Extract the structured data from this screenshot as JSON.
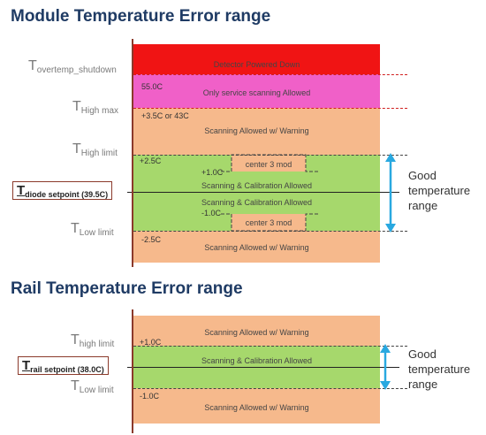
{
  "module": {
    "title": "Module Temperature Error range",
    "labels": {
      "overtemp": {
        "T": "T",
        "sub": "overtemp_shutdown"
      },
      "high_max": {
        "T": "T",
        "sub": "High max"
      },
      "high_limit": {
        "T": "T",
        "sub": "High limit"
      },
      "setpoint": {
        "T": "T",
        "sub": "diode setpoint (39.5C)"
      },
      "low_limit": {
        "T": "T",
        "sub": "Low limit"
      }
    },
    "zones": {
      "powered_down": "Detector Powered Down",
      "service": "Only service scanning Allowed",
      "warning_top": "Scanning Allowed w/ Warning",
      "center_top": "center 3 mod",
      "calib_upper": "Scanning & Calibration Allowed",
      "calib_lower": "Scanning & Calibration Allowed",
      "center_bottom": "center 3 mod",
      "warning_bottom": "Scanning Allowed w/ Warning"
    },
    "values": {
      "v55": "55.0C",
      "v35": "+3.5C or 43C",
      "v25": "+2.5C",
      "v10": "+1.0C",
      "vm10": "-1.0C",
      "vm25": "-2.5C"
    },
    "good": [
      "Good",
      "temperature",
      "range"
    ]
  },
  "rail": {
    "title": "Rail Temperature Error range",
    "labels": {
      "high_limit": {
        "T": "T",
        "sub": "high limit"
      },
      "setpoint": {
        "T": "T",
        "sub": "rail  setpoint (38.0C)"
      },
      "low_limit": {
        "T": "T",
        "sub": "Low limit"
      }
    },
    "zones": {
      "warning_top": "Scanning Allowed w/ Warning",
      "calib": "Scanning & Calibration Allowed",
      "warning_bottom": "Scanning Allowed w/ Warning"
    },
    "values": {
      "v10": "+1.0C",
      "vm10": "-1.0C"
    },
    "good": [
      "Good",
      "temperature",
      "range"
    ]
  },
  "colors": {
    "red": "#f01414",
    "pink": "#f060c8",
    "peach": "#f6b98c",
    "green": "#a6d86c",
    "arrow": "#29a8e0",
    "axis": "#8b3a2b",
    "title": "#1f3b64"
  }
}
